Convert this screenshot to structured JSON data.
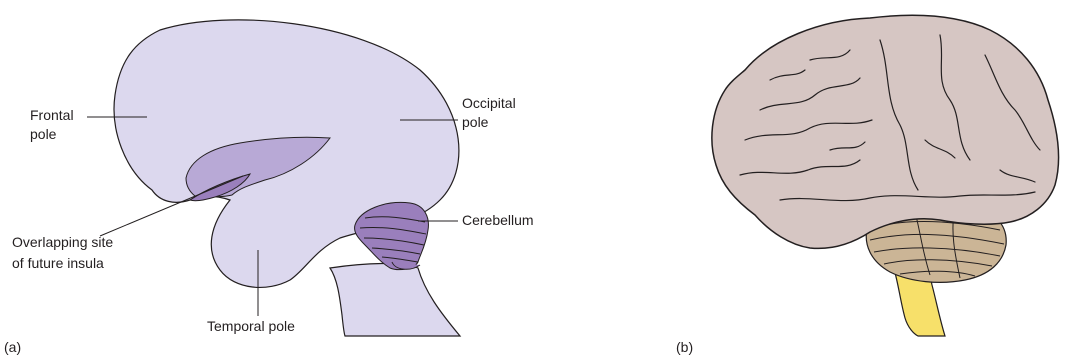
{
  "panels": [
    {
      "id": "a",
      "label": "(a)"
    },
    {
      "id": "b",
      "label": "(b)"
    }
  ],
  "labels": {
    "frontal_pole": [
      "Frontal",
      "pole"
    ],
    "occipital_pole": [
      "Occipital",
      "pole"
    ],
    "overlapping_site": [
      "Overlapping site",
      "of future insula"
    ],
    "temporal_pole": "Temporal pole",
    "cerebellum": "Cerebellum"
  },
  "colors": {
    "embryo_fill": "#dcd8ee",
    "insula_fill": "#b8a9d6",
    "cerebellum_fill": "#9a7fbc",
    "cortex_fill": "#d6c6c3",
    "adult_cerebellum_fill": "#cbb596",
    "brainstem_fill": "#f7e06a",
    "outline": "#231f20"
  }
}
